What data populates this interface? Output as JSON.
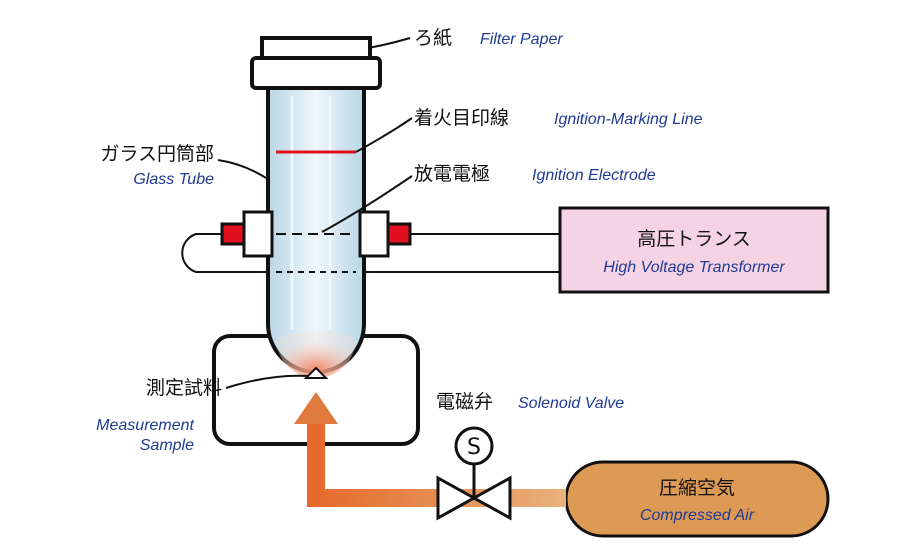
{
  "labels": {
    "filter_paper": {
      "jp": "ろ紙",
      "en": "Filter Paper"
    },
    "ignition_marking_line": {
      "jp": "着火目印線",
      "en": "Ignition-Marking Line"
    },
    "glass_tube": {
      "jp": "ガラス円筒部",
      "en": "Glass Tube"
    },
    "ignition_electrode": {
      "jp": "放電電極",
      "en": "Ignition Electrode"
    },
    "transformer": {
      "jp": "高圧トランス",
      "en": "High Voltage Transformer"
    },
    "measurement_sample": {
      "jp": "測定試料",
      "en_line1": "Measurement",
      "en_line2": "Sample"
    },
    "solenoid_valve": {
      "jp": "電磁弁",
      "en": "Solenoid Valve",
      "symbol": "S"
    },
    "compressed_air": {
      "jp": "圧縮空気",
      "en": "Compressed Air"
    }
  },
  "colors": {
    "outline": "#111111",
    "label_en": "#1f3a93",
    "transformer_fill": "#f6d3e4",
    "air_fill": "#dd9a55",
    "flow_arrow": "#e07a3f",
    "electrode_tip": "#e0101e",
    "marking_line": "#e0101e",
    "glass": "#d6e9f3"
  }
}
